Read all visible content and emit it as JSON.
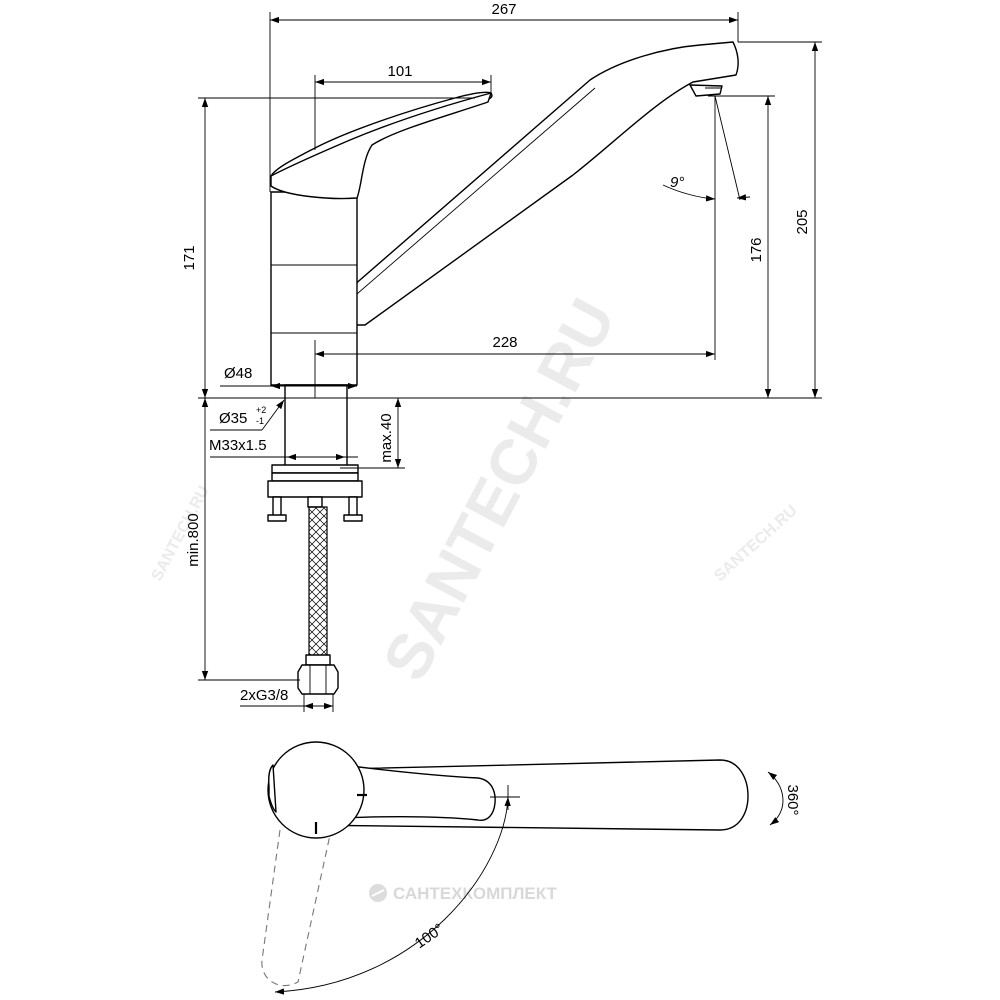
{
  "dimensions": {
    "total_length": "267",
    "handle_offset": "101",
    "body_height": "171",
    "spout_height": "205",
    "outlet_height": "176",
    "reach": "228",
    "body_diameter": "Ø48",
    "hole_diameter": "Ø35",
    "hole_tol_upper": "+2",
    "hole_tol_lower": "-1",
    "thread": "M33x1.5",
    "max_thickness": "max.40",
    "hose_length": "min.800",
    "connection": "2xG3/8",
    "aerator_angle": "9°",
    "rotation": "360°",
    "lever_swing": "100°"
  },
  "watermarks": {
    "main": "SANTECH.RU",
    "small_left": "SANTECH.RU",
    "small_right": "SANTECH.RU",
    "company": "САНТЕХКОМПЛЕКТ"
  }
}
